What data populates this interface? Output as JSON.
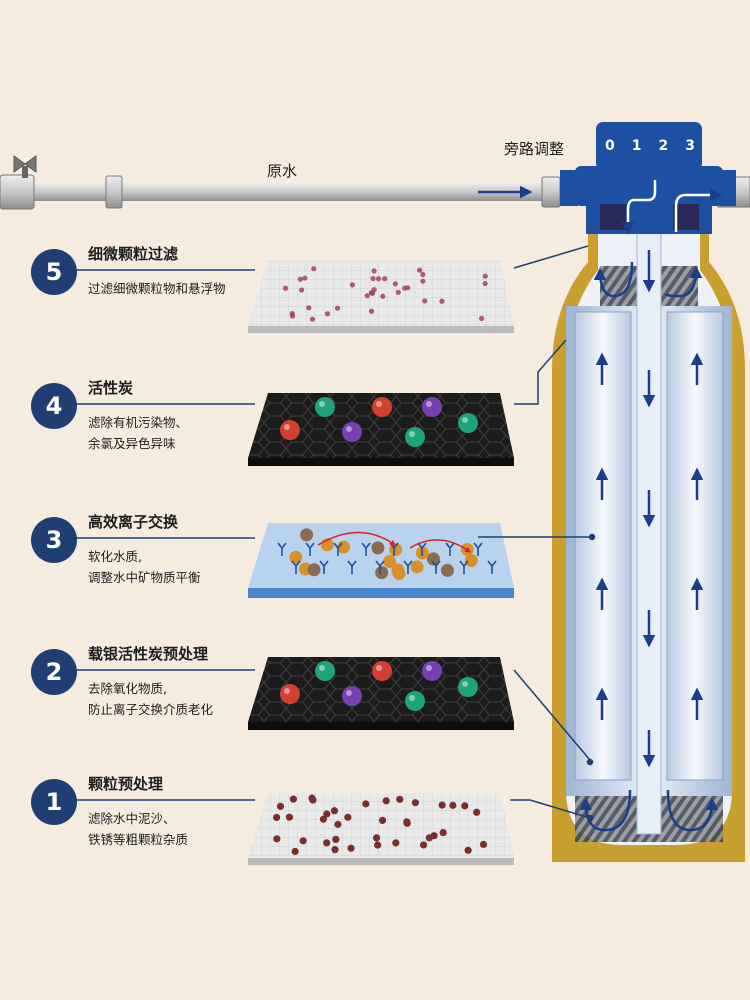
{
  "labels": {
    "raw_water": "原水",
    "bypass": "旁路调整",
    "valve_positions": [
      "0",
      "1",
      "2",
      "3"
    ]
  },
  "stages": [
    {
      "number": "5",
      "title": "细微颗粒过滤",
      "desc": [
        "过滤细微颗粒物和悬浮物"
      ]
    },
    {
      "number": "4",
      "title": "活性炭",
      "desc": [
        "滤除有机污染物、",
        "余氯及异色异味"
      ]
    },
    {
      "number": "3",
      "title": "高效离子交换",
      "desc": [
        "软化水质,",
        "调整水中矿物质平衡"
      ]
    },
    {
      "number": "2",
      "title": "载银活性炭预处理",
      "desc": [
        "去除氧化物质,",
        "防止离子交换介质老化"
      ]
    },
    {
      "number": "1",
      "title": "颗粒预处理",
      "desc": [
        "滤除水中泥沙、",
        "铁锈等粗颗粒杂质"
      ]
    }
  ],
  "colors": {
    "background": "#f5ebdf",
    "badge": "#1f3f73",
    "tank_shell": "#c9a030",
    "valve_head": "#1d4fa3",
    "arrow": "#1c3d8c"
  }
}
